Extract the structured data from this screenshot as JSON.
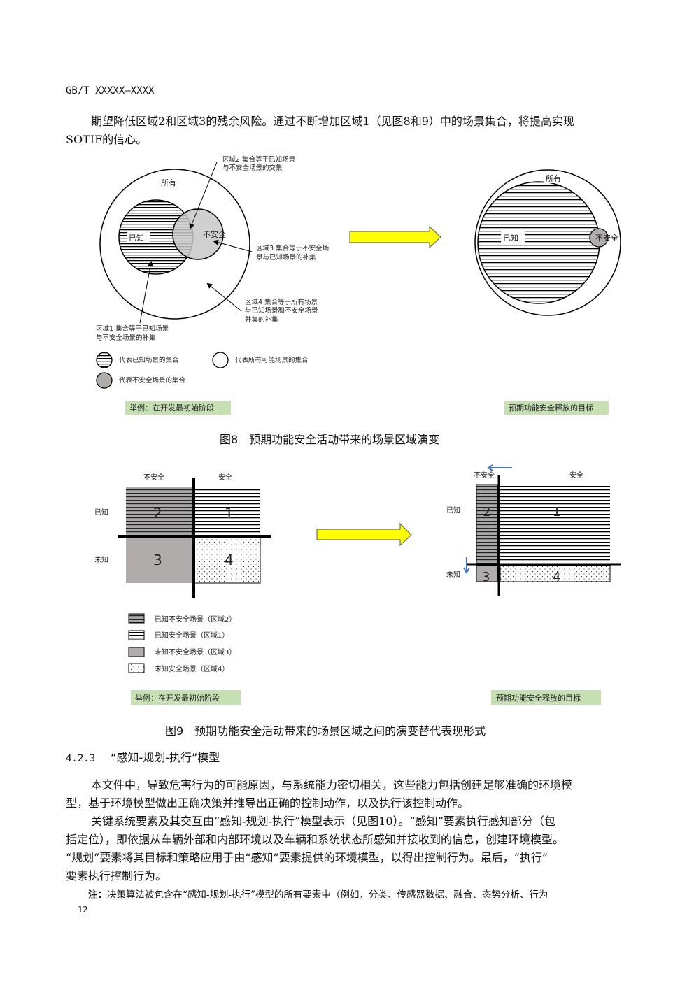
{
  "header": {
    "doc_id": "GB/T XXXXX—XXXX"
  },
  "intro": {
    "line1": "期望降低区域2和区域3的残余风险。通过不断增加区域1（见图8和9）中的场景集合，将提高实现",
    "line2": "SOTIF的信心。"
  },
  "figure8": {
    "all_label": "所有",
    "known_label": "已知",
    "unsafe_label": "不安全",
    "region2_note": [
      "区域2 集合等于已知场景",
      "与不安全场景的交集"
    ],
    "region3_note": [
      "区域3 集合等于不安全场",
      "景与已知场景的补集"
    ],
    "region4_note": [
      "区域4 集合等于所有场景",
      "与已知场景和不安全场景",
      "并集的补集"
    ],
    "region1_note": [
      "区域1 集合等于已知场景",
      "与不安全场景的补集"
    ],
    "legend": {
      "known": "代表已知场景的集合",
      "all": "代表所有可能场景的集合",
      "unsafe": "代表不安全场景的集合"
    },
    "right_all_label": "所有",
    "right_known_label": "已知",
    "right_unsafe_label": "不安全",
    "left_tag": "举例：在开发最初始阶段",
    "right_tag": "预期功能安全释放的目标",
    "caption": "图8　预期功能安全活动带来的场景区域演变"
  },
  "figure9": {
    "col_unsafe": "不安全",
    "col_safe": "安全",
    "row_known": "已知",
    "row_unknown": "未知",
    "cells": [
      "1",
      "2",
      "3",
      "4"
    ],
    "legend": [
      "已知不安全场景（区域2）",
      "已知安全场景（区域1）",
      "未知不安全场景（区域3）",
      "未知安全场景（区域4）"
    ],
    "left_tag": "举例：在开发最初始阶段",
    "right_tag": "预期功能安全释放的目标",
    "caption": "图9　预期功能安全活动带来的场景区域之间的演变替代表现形式"
  },
  "section": {
    "number": "4.2.3",
    "title": "“感知-规划-执行”模型",
    "paragraphs": [
      "本文件中，导致危害行为的可能原因，与系统能力密切相关，这些能力包括创建足够准确的环境模",
      "型，基于环境模型做出正确决策并推导出正确的控制动作，以及执行该控制动作。",
      "关键系统要素及其交互由“感知-规划-执行”模型表示（见图10）。“感知”要素执行感知部分（包",
      "括定位），即依据从车辆外部和内部环境以及车辆和系统状态所感知并接收到的信息，创建环境模型。",
      "“规划”要素将其目标和策略应用于由“感知”要素提供的环境模型，以得出控制行为。最后，“执行”",
      "要素执行控制行为。"
    ],
    "note_label": "注：",
    "note_text": "决策算法被包含在“感知-规划-执行”模型的所有要素中（例如，分类、传感器数据、融合、态势分析、行为"
  },
  "footer": {
    "page_number": "12"
  },
  "colors": {
    "arrow_yellow": "#ffff00",
    "tag_green": "#c6e0b4",
    "gray_fill": "#b0acac",
    "light_gray": "#d0d0d0",
    "blue_arrow": "#4472c4"
  }
}
